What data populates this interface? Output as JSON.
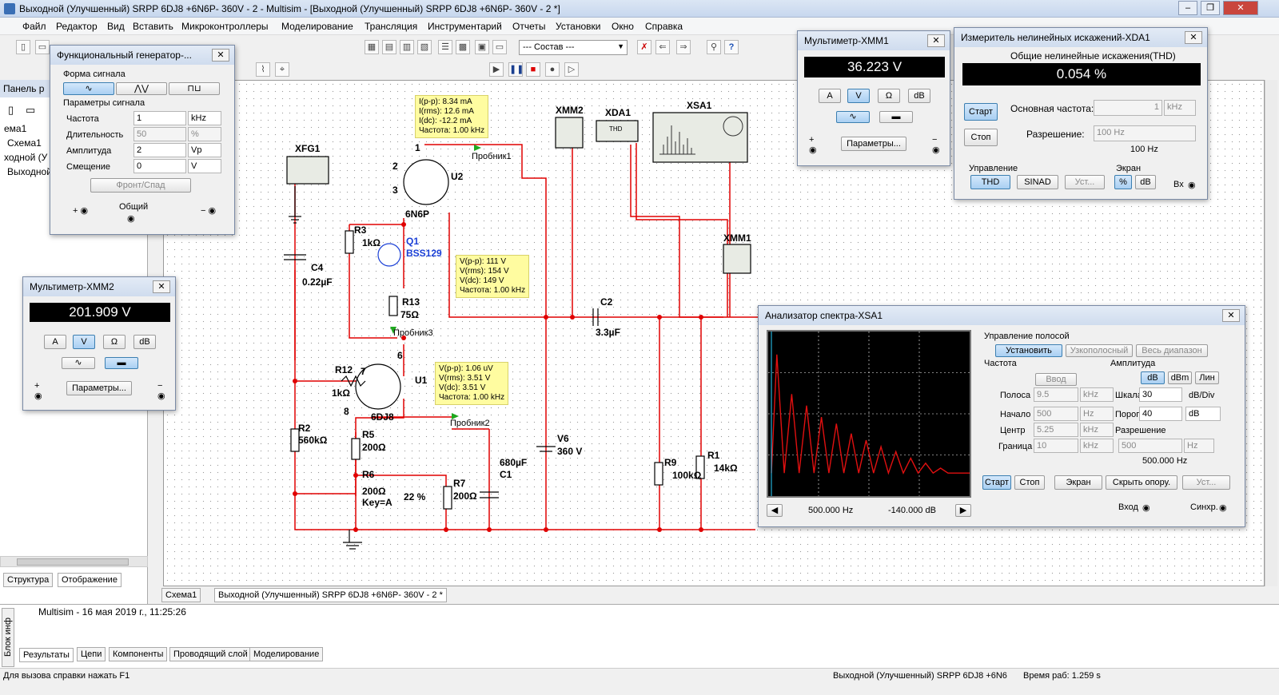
{
  "title": "Выходной  (Улучшенный) SRPP  6DJ8 +6N6P- 360V - 2 - Multisim - [Выходной  (Улучшенный) SRPP  6DJ8 +6N6P- 360V - 2 *]",
  "menu": [
    "Файл",
    "Редактор",
    "Вид",
    "Вставить",
    "Микроконтроллеры",
    "Моделирование",
    "Трансляция",
    "Инструментарий",
    "Отчеты",
    "Установки",
    "Окно",
    "Справка"
  ],
  "toolbar": {
    "combo": "--- Состав ---"
  },
  "left_panel": {
    "title": "Панель р",
    "items": [
      "ема1",
      "Схема1",
      "ходной (У",
      "Выходной"
    ],
    "tabs": [
      "Структура",
      "Отображение"
    ]
  },
  "funcgen": {
    "title": "Функциональный генератор-...",
    "wave_label": "Форма сигнала",
    "params_label": "Параметры сигнала",
    "rows": [
      {
        "label": "Частота",
        "value": "1",
        "unit": "kHz"
      },
      {
        "label": "Длительность",
        "value": "50",
        "unit": "%"
      },
      {
        "label": "Амплитуда",
        "value": "2",
        "unit": "Vp"
      },
      {
        "label": "Смещение",
        "value": "0",
        "unit": "V"
      }
    ],
    "edge_button": "Фронт/Спад",
    "common": "Общий"
  },
  "xmm2": {
    "title": "Мультиметр-XMM2",
    "reading": "201.909 V",
    "btns": [
      "A",
      "V",
      "Ω",
      "dB"
    ],
    "params": "Параметры..."
  },
  "xmm1": {
    "title": "Мультиметр-XMM1",
    "reading": "36.223 V",
    "btns": [
      "A",
      "V",
      "Ω",
      "dB"
    ],
    "params": "Параметры..."
  },
  "xda1": {
    "title": "Измеритель нелинейных искажений-XDA1",
    "header": "Общие нелинейные искажения(THD)",
    "reading": "0.054 %",
    "start": "Старт",
    "stop": "Стоп",
    "fund_label": "Основная частота:",
    "fund_value": "1",
    "fund_unit": "kHz",
    "res_label": "Разрешение:",
    "res_value": "100 Hz",
    "res_readout": "100 Hz",
    "control": "Управление",
    "screen": "Экран",
    "thd": "THD",
    "sinad": "SINAD",
    "set": "Уст...",
    "pct": "%",
    "db": "dB",
    "in": "Вх"
  },
  "xsa1": {
    "title": "Анализатор спектра-XSA1",
    "band_ctrl": "Управление полосой",
    "set": "Установить",
    "zoom": "Узкополосный",
    "full": "Весь диапазон",
    "freq": "Частота",
    "enter": "Ввод",
    "span_label": "Полоса",
    "span_value": "9.5",
    "span_unit": "kHz",
    "start_label": "Начало",
    "start_value": "500",
    "start_unit": "Hz",
    "center_label": "Центр",
    "center_value": "5.25",
    "center_unit": "kHz",
    "end_label": "Граница",
    "end_value": "10",
    "end_unit": "kHz",
    "amp": "Амплитуда",
    "db": "dB",
    "dbm": "dBm",
    "lin": "Лин",
    "scale_label": "Шкала",
    "scale_value": "30",
    "scale_unit": "dB/Div",
    "thr_label": "Порог",
    "thr_value": "40",
    "thr_unit": "dB",
    "res": "Разрешение",
    "res_value": "500",
    "res_unit": "Hz",
    "res_readout": "500.000  Hz",
    "btn_start": "Старт",
    "btn_stop": "Стоп",
    "btn_screen": "Экран",
    "btn_hide": "Скрыть опору.",
    "btn_set": "Уст...",
    "input": "Вход",
    "sync": "Синхр.",
    "cursor_freq": "500.000  Hz",
    "cursor_db": "-140.000  dB"
  },
  "spectrum": {
    "peaks_rel": [
      0.86,
      0.62,
      0.55,
      0.48,
      0.44,
      0.38,
      0.34,
      0.3,
      0.27,
      0.23,
      0.2,
      0.17,
      0.14
    ],
    "trough_rel": 0.14
  },
  "schematic": {
    "xfg1": "XFG1",
    "xmm2": "XMM2",
    "xda1": "XDA1",
    "xsa1": "XSA1",
    "xmm1": "XMM1",
    "thd": "THD",
    "u2": "U2",
    "u2type": "6N6P",
    "u1": "U1",
    "u1type": "6DJ8",
    "q1": "Q1",
    "q1type": "BSS129",
    "r3": "R3",
    "r3v": "1kΩ",
    "r13": "R13",
    "r13v": "75Ω",
    "r12": "R12",
    "r12v": "1kΩ",
    "r2": "R2",
    "r2v": "560kΩ",
    "r5": "R5",
    "r5v": "200Ω",
    "r6": "R6",
    "r6v": "200Ω",
    "key": "Key=A",
    "pct": "22 %",
    "r7": "R7",
    "r7v": "200Ω",
    "c1v": "680µF",
    "c1": "C1",
    "c4": "C4",
    "c4v": "0.22µF",
    "c2": "C2",
    "c2v": "3.3µF",
    "v6": "V6",
    "v6v": "360 V",
    "r9": "R9",
    "r9v": "100kΩ",
    "r1": "R1",
    "r1v": "14kΩ",
    "n1": "1",
    "n2": "2",
    "n3": "3",
    "n6": "6",
    "n7": "7",
    "n8": "8",
    "probe1": "Пробник1",
    "probe2": "Пробник2",
    "probe3": "Пробник3",
    "note1": [
      "I(p-p): 8.34 mA",
      "I(rms): 12.6 mA",
      "I(dc): -12.2 mA",
      "Частота: 1.00 kHz"
    ],
    "note2": [
      "V(p-p): 111 V",
      "V(rms): 154 V",
      "V(dc): 149 V",
      "Частота: 1.00 kHz"
    ],
    "note3": [
      "V(p-p): 1.06 uV",
      "V(rms): 3.51 V",
      "V(dc): 3.51 V",
      "Частота: 1.00 kHz"
    ]
  },
  "doc_tabs": [
    "Схема1",
    "Выходной  (Улучшенный) SRPP  6DJ8 +6N6P- 360V - 2 *"
  ],
  "log": {
    "text": "Multisim  -  16 мая 2019 г., 11:25:26",
    "side": "Блок инф",
    "tabs": [
      "Результаты",
      "Цепи",
      "Компоненты",
      "Проводящий слой",
      "Моделирование"
    ]
  },
  "status": {
    "left": "Для вызова справки нажать F1",
    "right": "Выходной  (Улучшенный) SRPP  6DJ8 +6N6",
    "time": "Время раб: 1.259 s"
  }
}
